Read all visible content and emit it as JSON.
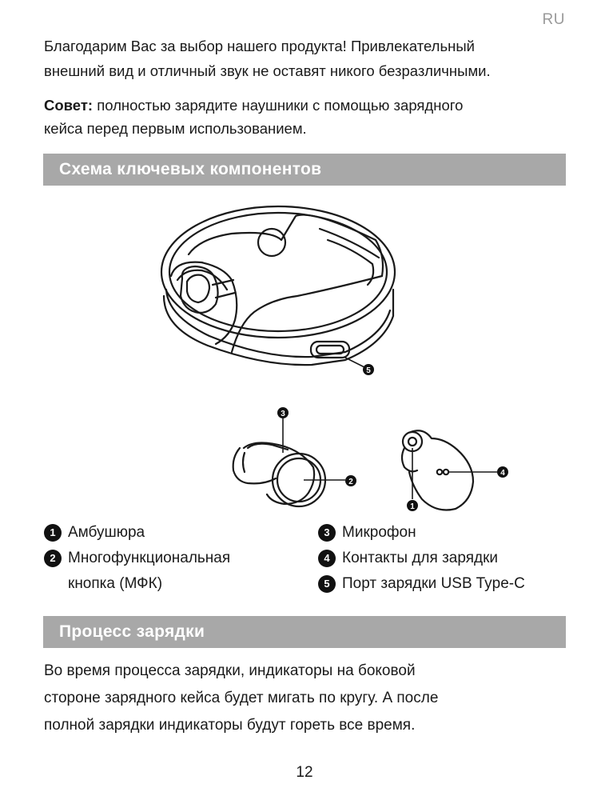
{
  "header": {
    "lang": "RU"
  },
  "intro": {
    "line1": "Благодарим Вас за выбор нашего продукта! Привлекательный",
    "line2": "внешний вид и отличный звук не оставят никого безразличными."
  },
  "tip": {
    "label": "Совет:",
    "text1": " полностью зарядите наушники с помощью зарядного",
    "text2": "кейса перед первым использованием."
  },
  "sections": {
    "components_title": "Схема ключевых компонентов",
    "charging_title": "Процесс зарядки"
  },
  "callouts": {
    "c1": "1",
    "c2": "2",
    "c3": "3",
    "c4": "4",
    "c5": "5"
  },
  "legend": {
    "items": [
      {
        "num": "1",
        "label": "Амбушюра"
      },
      {
        "num": "2",
        "label": "Многофункциональная",
        "label_cont": "кнопка (МФК)"
      },
      {
        "num": "3",
        "label": "Микрофон"
      },
      {
        "num": "4",
        "label": "Контакты для зарядки"
      },
      {
        "num": "5",
        "label": "Порт зарядки USB Type-C"
      }
    ]
  },
  "charging": {
    "line1": "Во время процесса зарядки, индикаторы на боковой",
    "line2": "стороне зарядного кейса будет мигать по кругу. А после",
    "line3": "полной зарядки индикаторы будут гореть все время."
  },
  "footer": {
    "page_number": "12"
  }
}
